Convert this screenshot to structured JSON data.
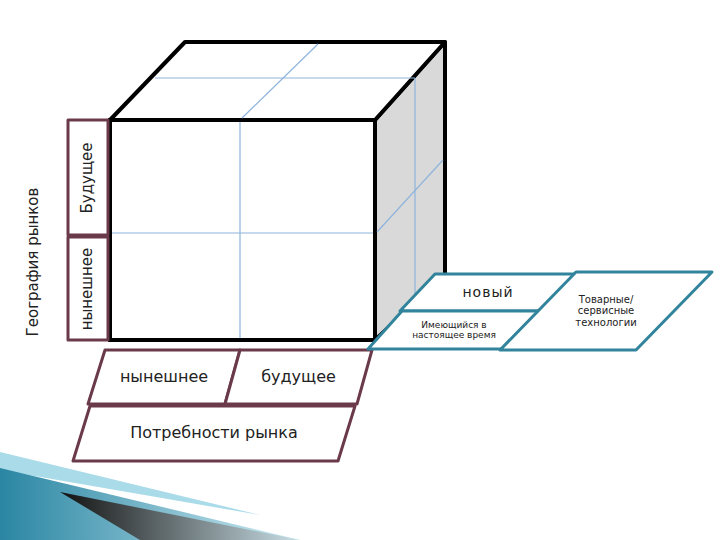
{
  "diagram": {
    "nodes": [
      {
        "text": [
          "Будущее"
        ]
      },
      {
        "text": [
          "нынешнее"
        ]
      },
      {
        "text": [
          "нынешнее"
        ]
      },
      {
        "text": [
          "будущее"
        ]
      },
      {
        "text": [
          "Потребности рынка"
        ]
      },
      {
        "text": [
          "новый"
        ]
      },
      {
        "text": [
          "Имеющийся в настоящее время"
        ]
      },
      {
        "text": [
          "Товарные/ сервисные технологии"
        ]
      }
    ],
    "labels": [
      "География рынков"
    ]
  }
}
